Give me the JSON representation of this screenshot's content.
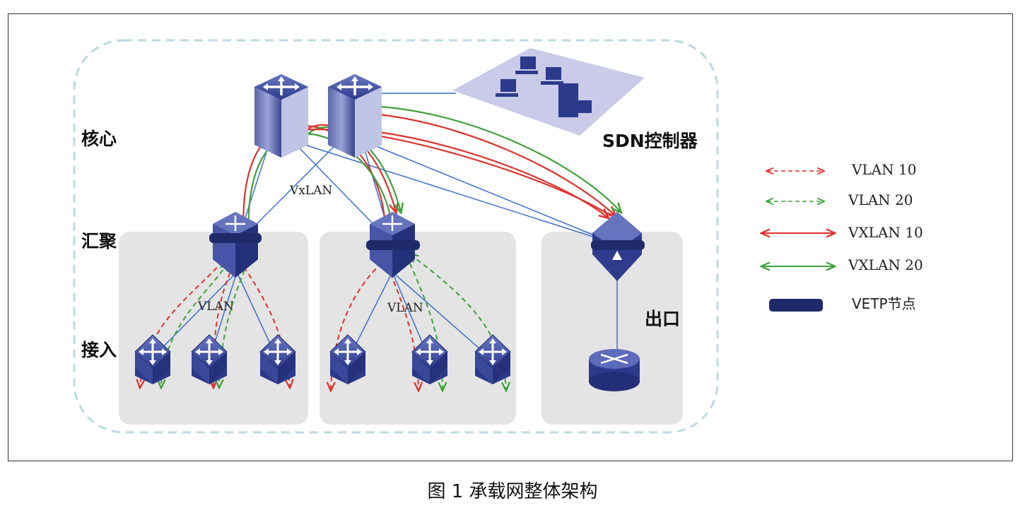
{
  "diagram": {
    "labels": {
      "core": "核心",
      "aggregation": "汇聚",
      "access": "接入",
      "sdn_controller": "SDN控制器",
      "egress": "出口",
      "vxlan_core": "VxLAN",
      "vlan_left": "VLAN",
      "vlan_mid": "VLAN"
    },
    "legend": [
      {
        "label": "VLAN  10",
        "color": "#e0322c",
        "style": "dashed"
      },
      {
        "label": "VLAN  20",
        "color": "#3ea23a",
        "style": "dashed"
      },
      {
        "label": "VXLAN  10",
        "color": "#e0322c",
        "style": "solid"
      },
      {
        "label": "VXLAN  20",
        "color": "#3ea23a",
        "style": "solid"
      },
      {
        "label": "VETP节点",
        "color": "#1f2a6b",
        "style": "bar"
      }
    ],
    "colors": {
      "device": "#3b4aa0",
      "link": "#3c6fd1",
      "zone": "#e4e4e4",
      "boundary": "#b9dbe6"
    }
  },
  "caption": "图 1  承载网整体架构"
}
